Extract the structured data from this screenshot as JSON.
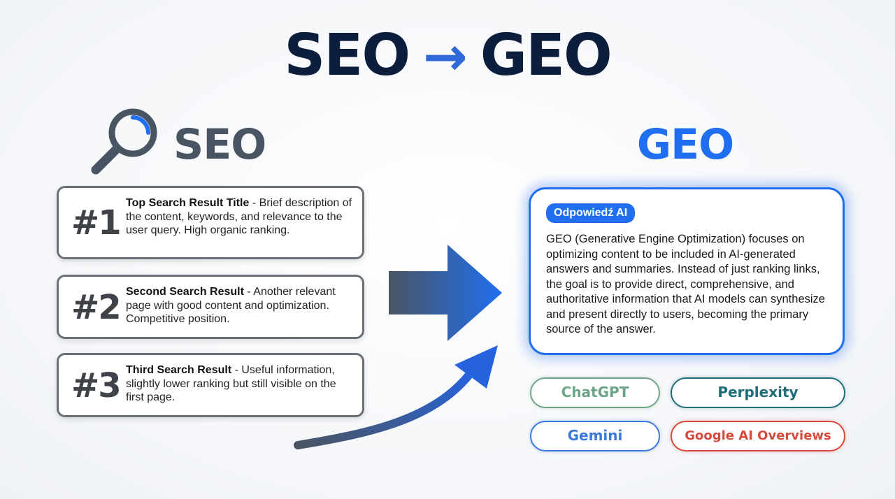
{
  "title": {
    "left": "SEO",
    "arrow": "→",
    "right": "GEO"
  },
  "seo": {
    "heading": "SEO",
    "icon": "magnifier-icon",
    "results": [
      {
        "rank": "#1",
        "title": "Top Search Result Title",
        "description": " - Brief description of the content, keywords, and relevance to the user query. High organic ranking."
      },
      {
        "rank": "#2",
        "title": "Second Search Result",
        "description": " - Another relevant page with good content and optimization. Competitive position."
      },
      {
        "rank": "#3",
        "title": "Third Search Result",
        "description": " - Useful information, slightly lower ranking but still visible on the first page."
      }
    ]
  },
  "geo": {
    "heading": "GEO",
    "badge": "Odpowiedź AI",
    "answer": "GEO (Generative Engine Optimization) focuses on optimizing content to be included in AI-generated answers and summaries. Instead of just ranking links, the goal is to provide direct, comprehensive, and authoritative information that AI models can synthesize and present directly to users, becoming the primary source of the answer.",
    "engines": [
      {
        "name": "ChatGPT",
        "color": "#6ea488"
      },
      {
        "name": "Perplexity",
        "color": "#1e6e7a"
      },
      {
        "name": "Gemini",
        "color": "#3b7ad8"
      },
      {
        "name": "Google AI Overviews",
        "color": "#d64a3e"
      }
    ]
  },
  "colors": {
    "navy": "#0d1d3c",
    "accent_blue": "#1f6ff0",
    "gray": "#4a5563"
  }
}
